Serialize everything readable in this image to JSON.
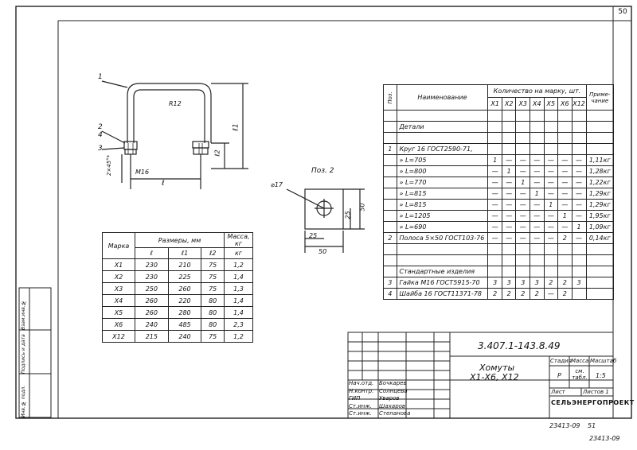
{
  "sheet_number": "50",
  "drawing": {
    "callouts": [
      "1",
      "2",
      "4",
      "3"
    ],
    "dim_l": "ℓ",
    "dim_l1": "ℓ1",
    "dim_l2": "ℓ2",
    "dim_r12": "R12",
    "dim_m16": "M16",
    "dim_angle": "2×45°*",
    "pos2_label": "Поз. 2",
    "pos2_hole": "⌀17",
    "pos2_25w": "25",
    "pos2_50w": "50",
    "pos2_25h": "25",
    "pos2_50h": "50"
  },
  "sizes_table": {
    "h_marka": "Марка",
    "h_sizes": "Размеры, мм",
    "h_mass": "Масса, кг",
    "sub": [
      "ℓ",
      "ℓ1",
      "ℓ2",
      "кг"
    ],
    "rows": [
      [
        "Х1",
        "230",
        "210",
        "75",
        "1,2"
      ],
      [
        "Х2",
        "230",
        "225",
        "75",
        "1,4"
      ],
      [
        "Х3",
        "250",
        "260",
        "75",
        "1,3"
      ],
      [
        "Х4",
        "260",
        "220",
        "80",
        "1,4"
      ],
      [
        "Х5",
        "260",
        "280",
        "80",
        "1,4"
      ],
      [
        "Х6",
        "240",
        "485",
        "80",
        "2,3"
      ],
      [
        "Х12",
        "215",
        "240",
        "75",
        "1,2"
      ]
    ]
  },
  "spec_table": {
    "h_pos": "Поз.",
    "h_name": "Наименование",
    "h_qty": "Количество на марку, шт.",
    "h_note": "Приме-чание",
    "marks": [
      "Х1",
      "Х2",
      "Х3",
      "Х4",
      "Х5",
      "Х6",
      "Х12"
    ],
    "rows": [
      {
        "pos": "",
        "name": "",
        "q": [
          "",
          "",
          "",
          "",
          "",
          "",
          ""
        ],
        "note": ""
      },
      {
        "pos": "",
        "name": "Детали",
        "q": [
          "",
          "",
          "",
          "",
          "",
          "",
          ""
        ],
        "note": ""
      },
      {
        "pos": "",
        "name": "",
        "q": [
          "",
          "",
          "",
          "",
          "",
          "",
          ""
        ],
        "note": ""
      },
      {
        "pos": "1",
        "name": "Круг 16 ГОСТ2590-71,",
        "q": [
          "",
          "",
          "",
          "",
          "",
          "",
          ""
        ],
        "note": ""
      },
      {
        "pos": "",
        "name": "»  L=705",
        "q": [
          "1",
          "—",
          "—",
          "—",
          "—",
          "—",
          "—"
        ],
        "note": "1,11кг"
      },
      {
        "pos": "",
        "name": "»  L=800",
        "q": [
          "—",
          "1",
          "—",
          "—",
          "—",
          "—",
          "—"
        ],
        "note": "1,28кг"
      },
      {
        "pos": "",
        "name": "»  L=770",
        "q": [
          "—",
          "—",
          "1",
          "—",
          "—",
          "—",
          "—"
        ],
        "note": "1,22кг"
      },
      {
        "pos": "",
        "name": "»  L=815",
        "q": [
          "—",
          "—",
          "—",
          "1",
          "—",
          "—",
          "—"
        ],
        "note": "1,29кг"
      },
      {
        "pos": "",
        "name": "»  L=815",
        "q": [
          "—",
          "—",
          "—",
          "—",
          "1",
          "—",
          "—"
        ],
        "note": "1,29кг"
      },
      {
        "pos": "",
        "name": "»  L=1205",
        "q": [
          "—",
          "—",
          "—",
          "—",
          "—",
          "1",
          "—"
        ],
        "note": "1,95кг"
      },
      {
        "pos": "",
        "name": "»  L=690",
        "q": [
          "—",
          "—",
          "—",
          "—",
          "—",
          "—",
          "1"
        ],
        "note": "1,09кг"
      },
      {
        "pos": "2",
        "name": "Полоса 5×50 ГОСТ103-76",
        "q": [
          "—",
          "—",
          "—",
          "—",
          "—",
          "2",
          "—"
        ],
        "note": "0,14кг"
      },
      {
        "pos": "",
        "name": "",
        "q": [
          "",
          "",
          "",
          "",
          "",
          "",
          ""
        ],
        "note": ""
      },
      {
        "pos": "",
        "name": "",
        "q": [
          "",
          "",
          "",
          "",
          "",
          "",
          ""
        ],
        "note": ""
      },
      {
        "pos": "",
        "name": "Стандартные изделия",
        "q": [
          "",
          "",
          "",
          "",
          "",
          "",
          ""
        ],
        "note": ""
      },
      {
        "pos": "3",
        "name": "Гайка М16 ГОСТ5915-70",
        "q": [
          "3",
          "3",
          "3",
          "3",
          "2",
          "2",
          "3"
        ],
        "note": ""
      },
      {
        "pos": "4",
        "name": "Шайба 16 ГОСТ11371-78",
        "q": [
          "2",
          "2",
          "2",
          "2",
          "—",
          "2",
          ""
        ],
        "note": ""
      }
    ]
  },
  "title_block": {
    "code": "3.407.1-143.8.49",
    "title_line1": "Хомуты",
    "title_line2": "Х1-Х6, Х12",
    "h_stage": "Стадия",
    "h_mass": "Масса",
    "h_scale": "Масштаб",
    "stage": "Р",
    "mass": "см. табл.",
    "scale": "1:5",
    "sheet_label": "Лист",
    "sheets_label": "Листов  1",
    "org": "СЕЛЬЭНЕРГОПРОЕКТ",
    "people": [
      [
        "Нач.отд.",
        "Бочкарев"
      ],
      [
        "Н.контр.",
        "Солнцева"
      ],
      [
        "ГИП",
        "Уваров"
      ],
      [
        "Ст.инж.",
        "Шахаров"
      ],
      [
        "Ст.инж.",
        "Степанова"
      ]
    ],
    "bottom_code": "23413-09",
    "bottom_page": "51",
    "corner_code": "23413-09"
  },
  "side_stamp": {
    "labels": [
      "Взам.инв.№",
      "Подпись и дата",
      "Инв.№ подл."
    ]
  }
}
